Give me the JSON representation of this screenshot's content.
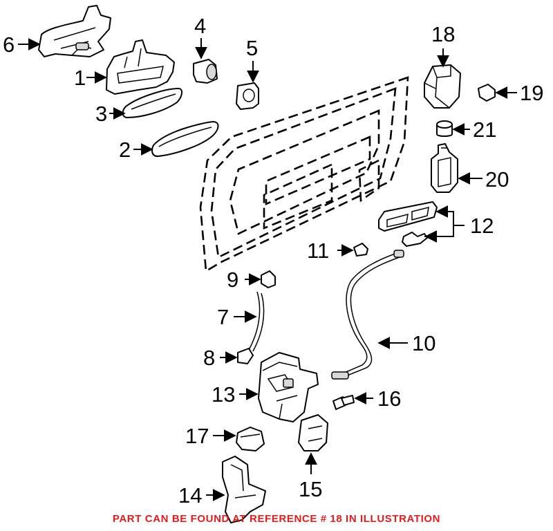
{
  "callouts": {
    "c1": "1",
    "c2": "2",
    "c3": "3",
    "c4": "4",
    "c5": "5",
    "c6": "6",
    "c7": "7",
    "c8": "8",
    "c9": "9",
    "c10": "10",
    "c11": "11",
    "c12": "12",
    "c13": "13",
    "c14": "14",
    "c15": "15",
    "c16": "16",
    "c17": "17",
    "c18": "18",
    "c19": "19",
    "c20": "20",
    "c21": "21"
  },
  "footer_note": "PART CAN BE FOUND AT REFERENCE # 18 IN ILLUSTRATION",
  "colors": {
    "footer_text": "#e41b1b",
    "line": "#000000",
    "background": "#ffffff"
  }
}
